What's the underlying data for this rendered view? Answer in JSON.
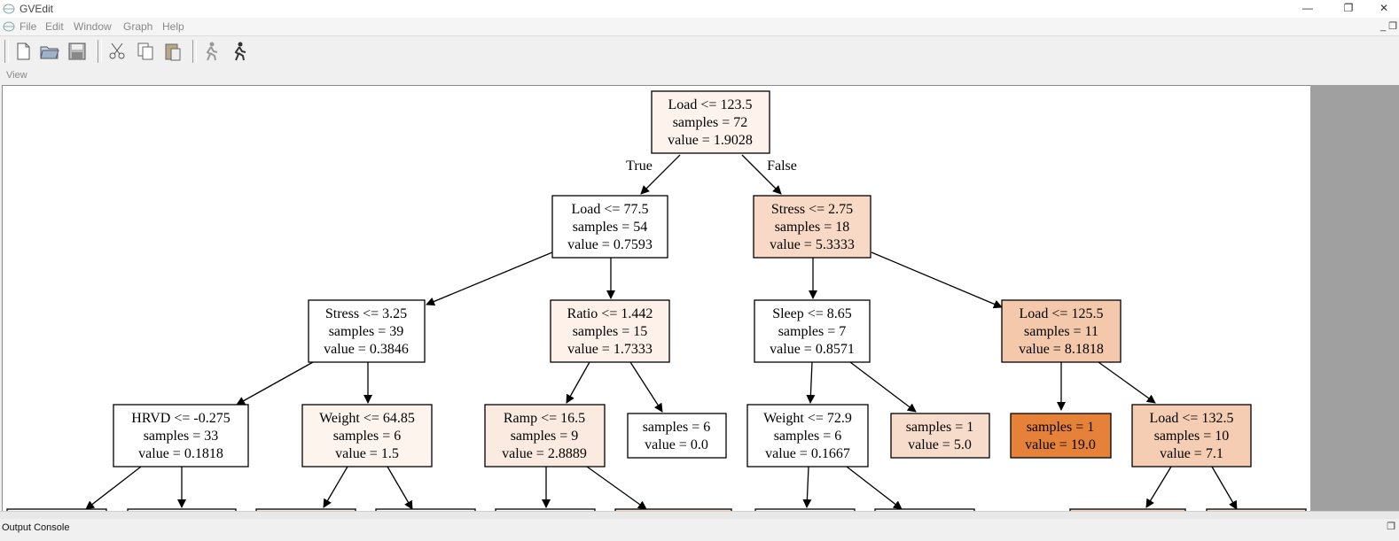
{
  "window": {
    "title": "GVEdit",
    "minimize": "—",
    "restore": "❐",
    "close": "✕"
  },
  "menu": {
    "items": [
      "File",
      "Edit",
      "Window",
      "Graph",
      "Help"
    ]
  },
  "toolbar": {
    "buttons": [
      "new-file-icon",
      "open-folder-icon",
      "save-icon",
      "cut-icon",
      "copy-icon",
      "paste-icon",
      "layout-icon",
      "run-icon"
    ]
  },
  "view_label": "View",
  "console_label": "Output Console",
  "tree": {
    "edge_labels": {
      "true": "True",
      "false": "False"
    },
    "nodes": {
      "n0": {
        "lines": [
          "Load <= 123.5",
          "samples = 72",
          "value = 1.9028"
        ],
        "fill": "#fdf3ec"
      },
      "n1": {
        "lines": [
          "Load <= 77.5",
          "samples = 54",
          "value = 0.7593"
        ],
        "fill": "#ffffff"
      },
      "n2": {
        "lines": [
          "Stress <= 2.75",
          "samples = 18",
          "value = 5.3333"
        ],
        "fill": "#f7d9c5"
      },
      "n3": {
        "lines": [
          "Stress <= 3.25",
          "samples = 39",
          "value = 0.3846"
        ],
        "fill": "#ffffff"
      },
      "n4": {
        "lines": [
          "Ratio <= 1.442",
          "samples = 15",
          "value = 1.7333"
        ],
        "fill": "#fdf1e9"
      },
      "n5": {
        "lines": [
          "Sleep <= 8.65",
          "samples = 7",
          "value = 0.8571"
        ],
        "fill": "#ffffff"
      },
      "n6": {
        "lines": [
          "Load <= 125.5",
          "samples = 11",
          "value = 8.1818"
        ],
        "fill": "#f4c8aa"
      },
      "n7": {
        "lines": [
          "HRVD <= -0.275",
          "samples = 33",
          "value = 0.1818"
        ],
        "fill": "#ffffff"
      },
      "n8": {
        "lines": [
          "Weight <= 64.85",
          "samples = 6",
          "value = 1.5"
        ],
        "fill": "#fdf4ee"
      },
      "n9": {
        "lines": [
          "Ramp <= 16.5",
          "samples = 9",
          "value = 2.8889"
        ],
        "fill": "#fbeadf"
      },
      "n10": {
        "lines": [
          "samples = 6",
          "value = 0.0"
        ],
        "fill": "#ffffff"
      },
      "n11": {
        "lines": [
          "Weight <= 72.9",
          "samples = 6",
          "value = 0.1667"
        ],
        "fill": "#ffffff"
      },
      "n12": {
        "lines": [
          "samples = 1",
          "value = 5.0"
        ],
        "fill": "#f8dccb"
      },
      "n13": {
        "lines": [
          "samples = 1",
          "value = 19.0"
        ],
        "fill": "#e58139"
      },
      "n14": {
        "lines": [
          "Load <= 132.5",
          "samples = 10",
          "value = 7.1"
        ],
        "fill": "#f5cdb2"
      }
    }
  }
}
